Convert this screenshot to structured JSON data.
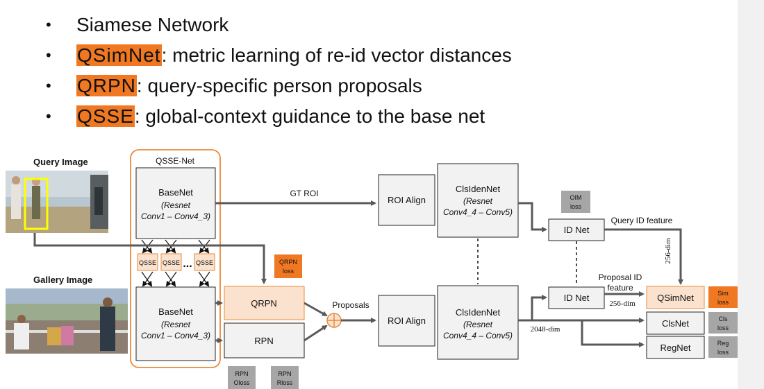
{
  "bullets": [
    {
      "highlight": "",
      "text": "Siamese Network"
    },
    {
      "highlight": "QSimNet",
      "text": ": metric learning of re-id vector distances"
    },
    {
      "highlight": "QRPN",
      "text": ": query-specific person proposals"
    },
    {
      "highlight": "QSSE",
      "text": ": global-context guidance to the base net"
    }
  ],
  "bullet_glyph": "•",
  "diagram": {
    "query_image_label": "Query Image",
    "gallery_image_label": "Gallery Image",
    "qsse_net_label": "QSSE-Net",
    "basenet_top": {
      "title": "BaseNet",
      "line1": "(Resnet",
      "line2": "Conv1 – Conv4_3)"
    },
    "basenet_bottom": {
      "title": "BaseNet",
      "line1": "(Resnet",
      "line2": "Conv1 – Conv4_3)"
    },
    "qsse_blocks": [
      "QSSE",
      "QSSE",
      "QSSE"
    ],
    "qsse_dots": "...",
    "gt_roi_label": "GT ROI",
    "roi_align_top": "ROI Align",
    "roi_align_bottom": "ROI Align",
    "clsiden_top": {
      "title": "ClsIdenNet",
      "line1": "(Resnet",
      "line2": "Conv4_4 – Conv5)"
    },
    "clsiden_bottom": {
      "title": "ClsIdenNet",
      "line1": "(Resnet",
      "line2": "Conv4_4 – Conv5)"
    },
    "oim_loss": [
      "OIM",
      "loss"
    ],
    "idnet_top": "ID Net",
    "idnet_bottom": "ID Net",
    "query_id_feature": "Query ID feature",
    "dim_256_vertical": "256-dim",
    "proposal_id_feature": [
      "Proposal ID",
      "feature"
    ],
    "dim_256": "256-dim",
    "dim_2048": "2048-dim",
    "qrpn_label": "QRPN",
    "qrpn_loss": [
      "QRPN",
      "loss"
    ],
    "rpn_label": "RPN",
    "rpn_oloss": [
      "RPN",
      "Oloss"
    ],
    "rpn_rloss": [
      "RPN",
      "Rloss"
    ],
    "proposals_label": "Proposals",
    "qsimnet_label": "QSimNet",
    "clsnet_label": "ClsNet",
    "regnet_label": "RegNet",
    "sim_loss": [
      "Sim",
      "loss"
    ],
    "cls_loss": [
      "Cls",
      "loss"
    ],
    "reg_loss": [
      "Reg",
      "loss"
    ]
  },
  "colors": {
    "highlight": "#f07822",
    "qsse_border": "#e8893a",
    "qsse_block_fill": "#fbe2cf",
    "qrpn_fill": "#fbe2cf",
    "box_fill": "#f2f2f2",
    "loss_gray": "#a6a6a6",
    "loss_orange": "#f07822",
    "arrow": "#595959"
  }
}
